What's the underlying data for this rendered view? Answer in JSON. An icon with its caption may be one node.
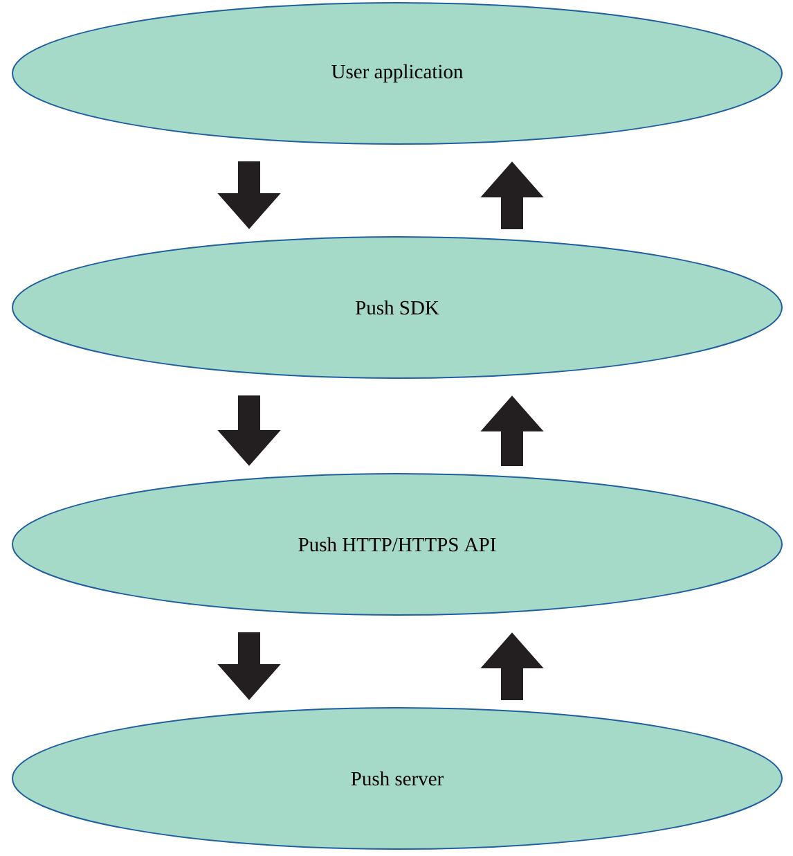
{
  "diagram": {
    "nodes": [
      {
        "text": [
          "User application"
        ]
      },
      {
        "text": [
          "Push SDK"
        ]
      },
      {
        "text": [
          "Push HTTP/HTTPS API"
        ]
      },
      {
        "text": [
          "Push server"
        ]
      }
    ],
    "edges": [
      {
        "from": 0,
        "to": 1,
        "arrow": "to"
      },
      {
        "from": 1,
        "to": 0,
        "arrow": "to"
      },
      {
        "from": 1,
        "to": 2,
        "arrow": "to"
      },
      {
        "from": 2,
        "to": 1,
        "arrow": "to"
      },
      {
        "from": 2,
        "to": 3,
        "arrow": "to"
      },
      {
        "from": 3,
        "to": 2,
        "arrow": "to"
      }
    ]
  }
}
